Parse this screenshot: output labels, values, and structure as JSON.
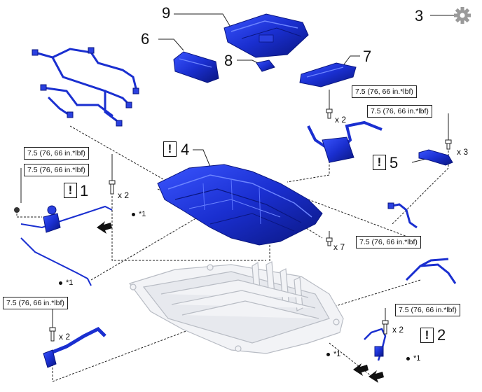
{
  "callouts": {
    "c1": "1",
    "c2": "2",
    "c3": "3",
    "c4": "4",
    "c5": "5",
    "c6": "6",
    "c7": "7",
    "c8": "8",
    "c9": "9"
  },
  "torque_spec": "7.5 (76, 66 in.*lbf)",
  "quantities": {
    "x2": "x 2",
    "x3": "x 3",
    "x7": "x 7"
  },
  "note_label": "*1",
  "caution_symbol": "!",
  "colors": {
    "part_blue": "#1a2fd0",
    "part_dark": "#0a1680",
    "outline_gray": "#b8bcc4",
    "line_black": "#222222",
    "icon_gray": "#9a9a9a"
  },
  "icons": {
    "settings": "gear-icon",
    "caution": "exclamation-box-icon",
    "arrow": "black-arrow-icon",
    "bolt": "bolt-icon"
  }
}
